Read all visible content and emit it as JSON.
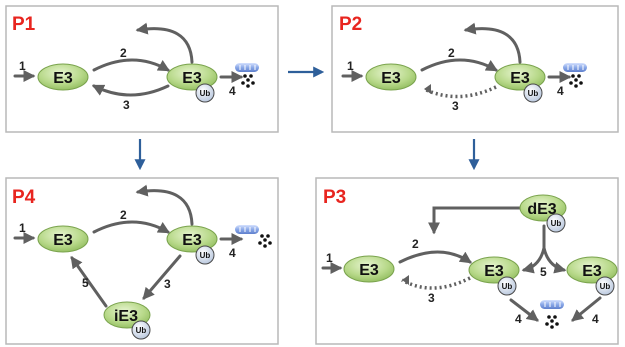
{
  "panels": {
    "p1": {
      "title": "P1",
      "nodes": {
        "e3_left": "E3",
        "e3_right": "E3",
        "ub": "Ub"
      },
      "steps": {
        "s1": "1",
        "s2": "2",
        "s3": "3",
        "s4": "4"
      }
    },
    "p2": {
      "title": "P2",
      "nodes": {
        "e3_left": "E3",
        "e3_right": "E3",
        "ub": "Ub"
      },
      "steps": {
        "s1": "1",
        "s2": "2",
        "s3": "3",
        "s4": "4"
      }
    },
    "p3": {
      "title": "P3",
      "nodes": {
        "e3_left": "E3",
        "e3_mid": "E3",
        "de3": "dE3",
        "e3_right": "E3",
        "ub1": "Ub",
        "ub2": "Ub",
        "ub3": "Ub"
      },
      "steps": {
        "s1": "1",
        "s2": "2",
        "s3": "3",
        "s4a": "4",
        "s4b": "4",
        "s5": "5"
      }
    },
    "p4": {
      "title": "P4",
      "nodes": {
        "e3_left": "E3",
        "e3_right": "E3",
        "ie3": "iE3",
        "ub1": "Ub",
        "ub2": "Ub"
      },
      "steps": {
        "s1": "1",
        "s2": "2",
        "s3": "3",
        "s4": "4",
        "s5": "5"
      }
    }
  },
  "colors": {
    "title": "#e8251f",
    "e3_fill": "#b8d98a",
    "ub_fill": "#d4dff0",
    "arrow": "#606060",
    "flow_arrow": "#2e5f9a",
    "proteasome": "#8aa8e8"
  }
}
